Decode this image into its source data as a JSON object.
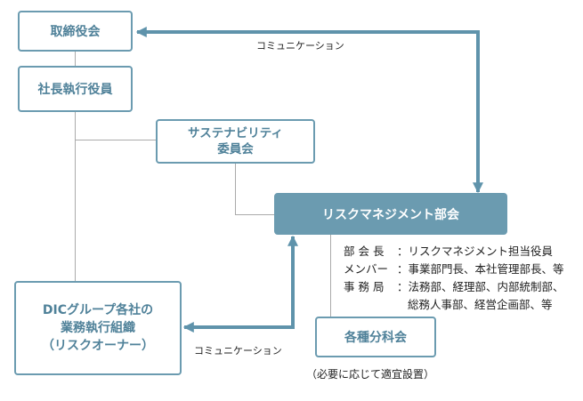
{
  "nodes": {
    "board": "取締役会",
    "ceo": "社長執行役員",
    "sustainability": [
      "サステナビリティ",
      "委員会"
    ],
    "risk_committee": "リスクマネジメント部会",
    "group_companies": [
      "DICグループ各社の",
      "業務執行組織",
      "（リスクオーナー）"
    ],
    "subcommittees": "各種分科会"
  },
  "notes": {
    "subcommittee_note": "（必要に応じて適宜設置）"
  },
  "edge_labels": {
    "top": "コミュニケーション",
    "bottom": "コミュニケーション"
  },
  "members": [
    {
      "role": "部 会 長",
      "value": "：リスクマネジメント担当役員"
    },
    {
      "role": "メンバー",
      "value": "：事業部門長、本社管理部長、等"
    },
    {
      "role": "事 務 局",
      "value": "：法務部、経理部、内部統制部、"
    },
    {
      "role": "",
      "value": "総務人事部、経営企画部、等"
    }
  ],
  "colors": {
    "border": "#6b9bb0",
    "text": "#4f8199",
    "arrow": "#5f93ab",
    "line": "#aaaaaa"
  }
}
